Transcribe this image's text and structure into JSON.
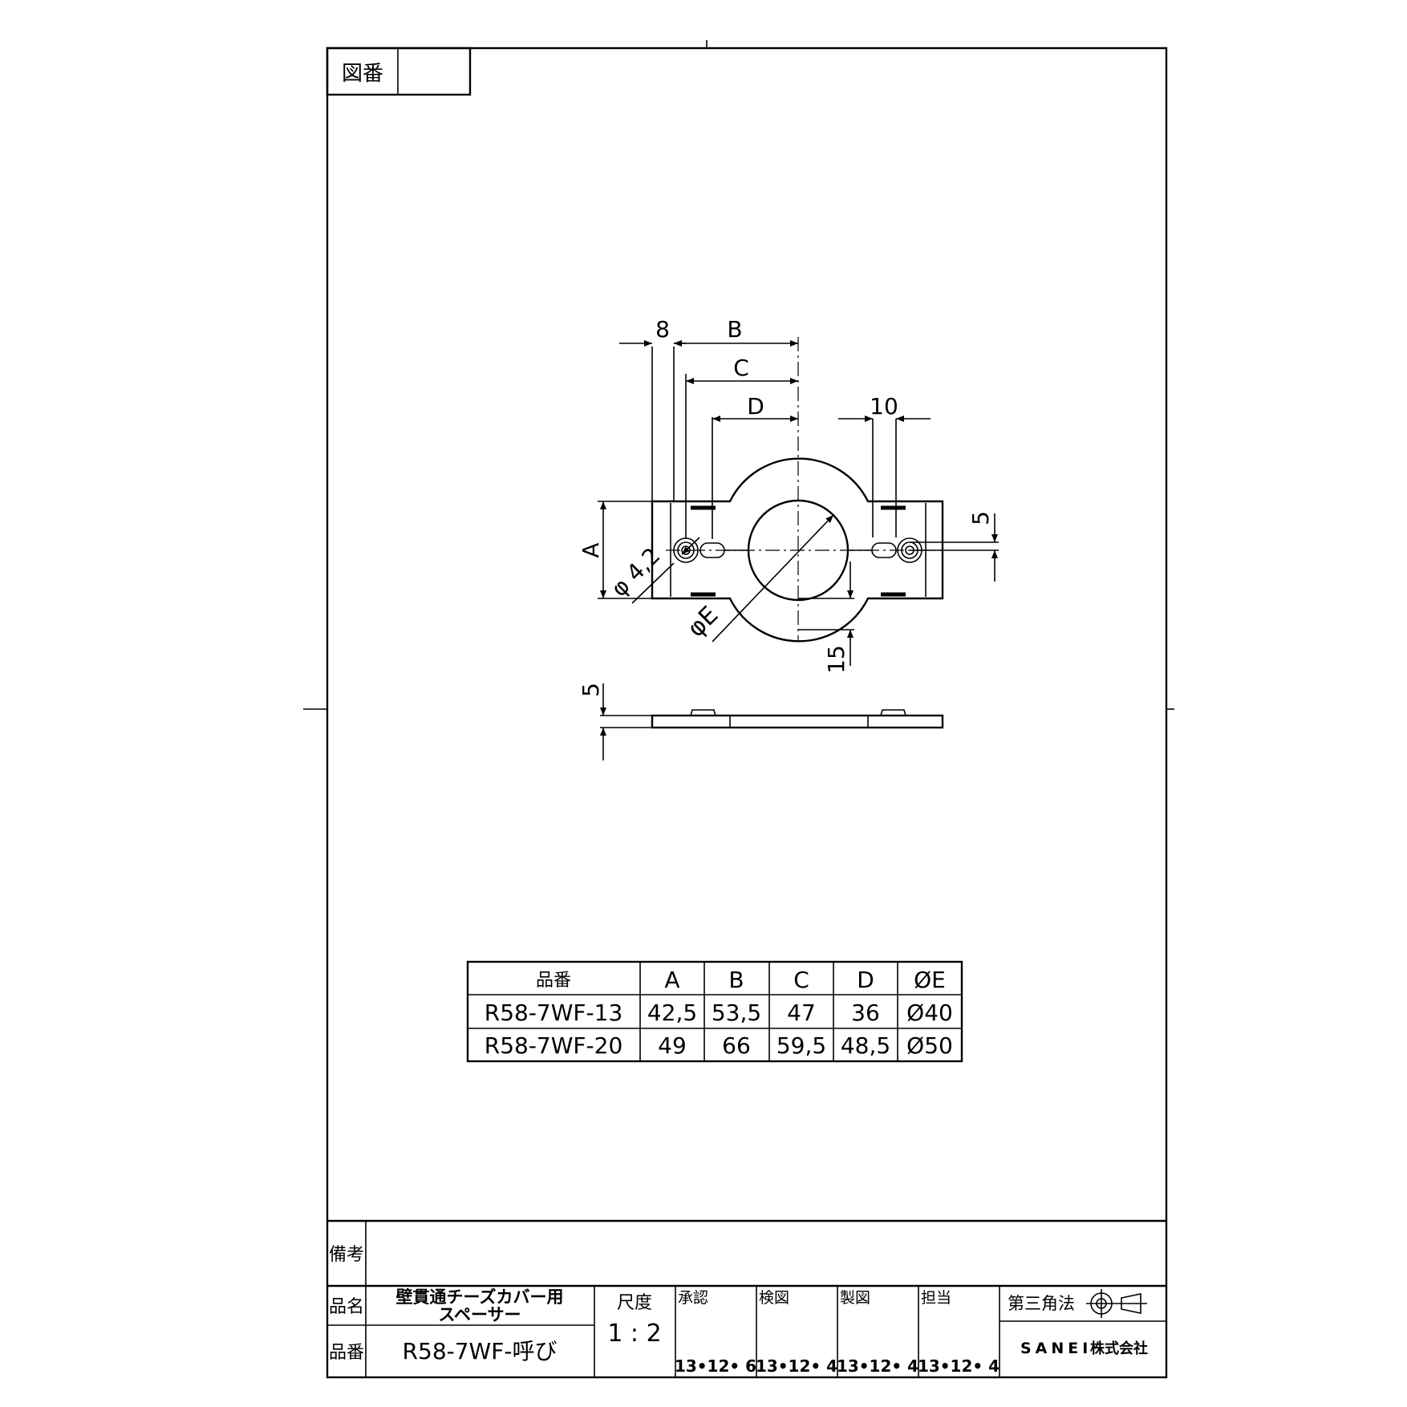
{
  "title_block": {
    "drawing_number_label": "図番",
    "drawing_number_value": "",
    "remarks_label": "備考",
    "remarks_value": "",
    "name_label": "品名",
    "name_value_line1": "壁貫通チーズカバー用",
    "name_value_line2": "スペーサー",
    "part_number_label": "品番",
    "part_number_value": "R58-7WF-呼び",
    "scale_label": "尺度",
    "scale_value": "1 : 2",
    "approvals": [
      {
        "label": "承認",
        "date": "13•12• 6"
      },
      {
        "label": "検図",
        "date": "13•12• 4"
      },
      {
        "label": "製図",
        "date": "13•12• 4"
      },
      {
        "label": "担当",
        "date": "13•12• 4"
      }
    ],
    "projection_label": "第三角法",
    "company": "SANEI",
    "company_suffix": "株式会社"
  },
  "dimensions": {
    "tab_width": "8",
    "b": "B",
    "c": "C",
    "d": "D",
    "slot_width": "10",
    "a": "A",
    "hole_dia": "φ 4,2",
    "center_dia": "φE",
    "slot_offset": "5",
    "rim": "15",
    "thickness": "5"
  },
  "table": {
    "headers": [
      "品番",
      "A",
      "B",
      "C",
      "D",
      "ØE"
    ],
    "rows": [
      [
        "R58-7WF-13",
        "42,5",
        "53,5",
        "47",
        "36",
        "Ø40"
      ],
      [
        "R58-7WF-20",
        "49",
        "66",
        "59,5",
        "48,5",
        "Ø50"
      ]
    ]
  }
}
